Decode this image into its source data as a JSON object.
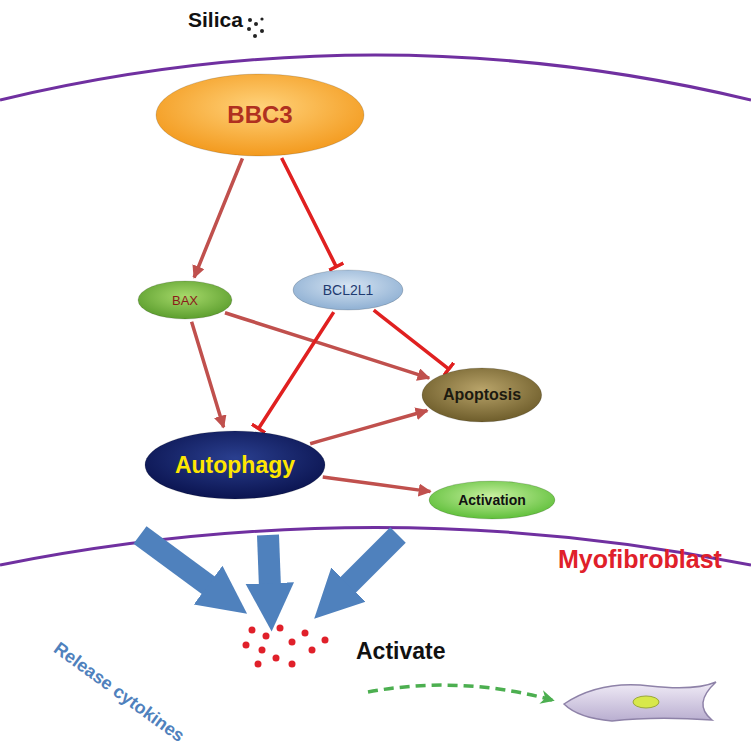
{
  "diagram": {
    "nodes": [
      {
        "text": [
          "BBC3"
        ]
      },
      {
        "text": [
          "BAX"
        ]
      },
      {
        "text": [
          "BCL2L1"
        ]
      },
      {
        "text": [
          "Apoptosis"
        ]
      },
      {
        "text": [
          "Autophagy"
        ]
      },
      {
        "text": [
          "Activation"
        ]
      },
      {
        "text": [
          "Myofibroblast"
        ]
      }
    ],
    "edges": [
      {
        "from": 0,
        "to": 1,
        "arrow": "to"
      },
      {
        "from": 0,
        "to": 2,
        "arrow": "to"
      },
      {
        "from": 1,
        "to": 4,
        "arrow": "to"
      },
      {
        "from": 1,
        "to": 3,
        "arrow": "to"
      },
      {
        "from": 2,
        "to": 4,
        "arrow": "to"
      },
      {
        "from": 2,
        "to": 3,
        "arrow": "to"
      },
      {
        "from": 4,
        "to": 3,
        "arrow": "to"
      },
      {
        "from": 4,
        "to": 5,
        "arrow": "to"
      }
    ],
    "labels": [
      "Silica",
      "Release cytokines",
      "Activate"
    ]
  }
}
